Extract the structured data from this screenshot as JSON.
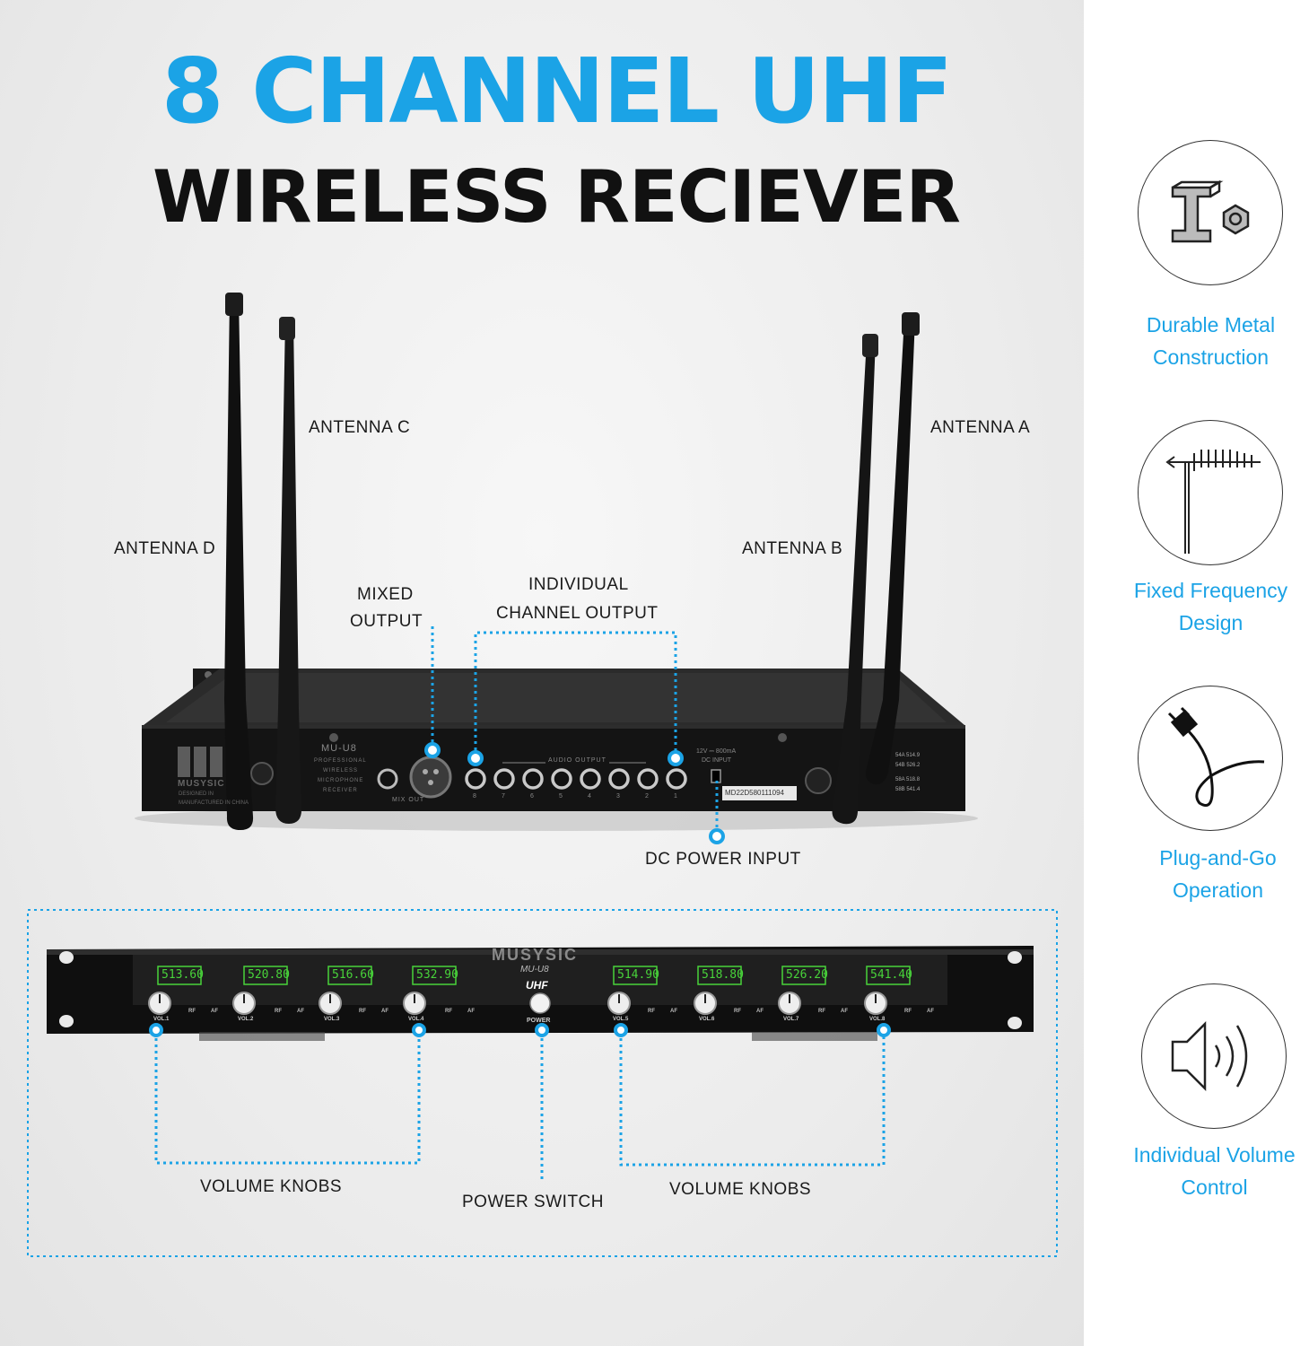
{
  "title": {
    "line1": "8 CHANNEL UHF",
    "line2": "WIRELESS RECIEVER"
  },
  "rear_labels": {
    "antenna_c": "ANTENNA C",
    "antenna_a": "ANTENNA A",
    "antenna_d": "ANTENNA D",
    "antenna_b": "ANTENNA B",
    "mixed_output_1": "MIXED",
    "mixed_output_2": "OUTPUT",
    "individual_output_1": "INDIVIDUAL",
    "individual_output_2": "CHANNEL OUTPUT",
    "dc_power_input": "DC POWER INPUT"
  },
  "rear_panel_print": {
    "model": "MU-U8",
    "desc_1": "PROFESSIONAL",
    "desc_2": "WIRELESS",
    "desc_3": "MICROPHONE",
    "desc_4": "RECEIVER",
    "audio_output": "AUDIO OUTPUT",
    "mix_out": "MIX OUT",
    "dc_rating": "12V ⎓ 800mA",
    "dc_input": "DC INPUT",
    "serial": "MD22D580111094",
    "brand": "MUSYSIC",
    "designed": "DESIGNED IN",
    "manufactured": "MANUFACTURED IN CHINA",
    "freq_1": "54A 514.9",
    "freq_2": "54B 526.2",
    "freq_3": "58A 518.8",
    "freq_4": "58B 541.4",
    "jack_numbers": [
      "8",
      "7",
      "6",
      "5",
      "4",
      "3",
      "2",
      "1"
    ]
  },
  "front_labels": {
    "volume_knobs_left": "VOLUME KNOBS",
    "power_switch": "POWER SWITCH",
    "volume_knobs_right": "VOLUME KNOBS"
  },
  "front_panel_print": {
    "brand": "MUSYSIC",
    "model": "MU-U8",
    "band": "UHF",
    "power": "POWER",
    "displays": [
      "513.60",
      "520.80",
      "516.60",
      "532.90",
      "514.90",
      "518.80",
      "526.20",
      "541.40"
    ],
    "knob_labels": [
      "VOL.1",
      "VOL.2",
      "VOL.3",
      "VOL.4",
      "VOL.5",
      "VOL.6",
      "VOL.7",
      "VOL.8"
    ],
    "rf": "RF",
    "af": "AF"
  },
  "features": [
    {
      "icon": "metal-beam-nut-icon",
      "line1": "Durable Metal",
      "line2": "Construction"
    },
    {
      "icon": "yagi-antenna-icon",
      "line1": "Fixed Frequency",
      "line2": "Design"
    },
    {
      "icon": "power-plug-icon",
      "line1": "Plug-and-Go",
      "line2": "Operation"
    },
    {
      "icon": "speaker-volume-icon",
      "line1": "Individual Volume",
      "line2": "Control"
    }
  ],
  "colors": {
    "accent": "#1ba3e6",
    "text": "#111111",
    "device": "#141414",
    "display": "#48d33a"
  }
}
